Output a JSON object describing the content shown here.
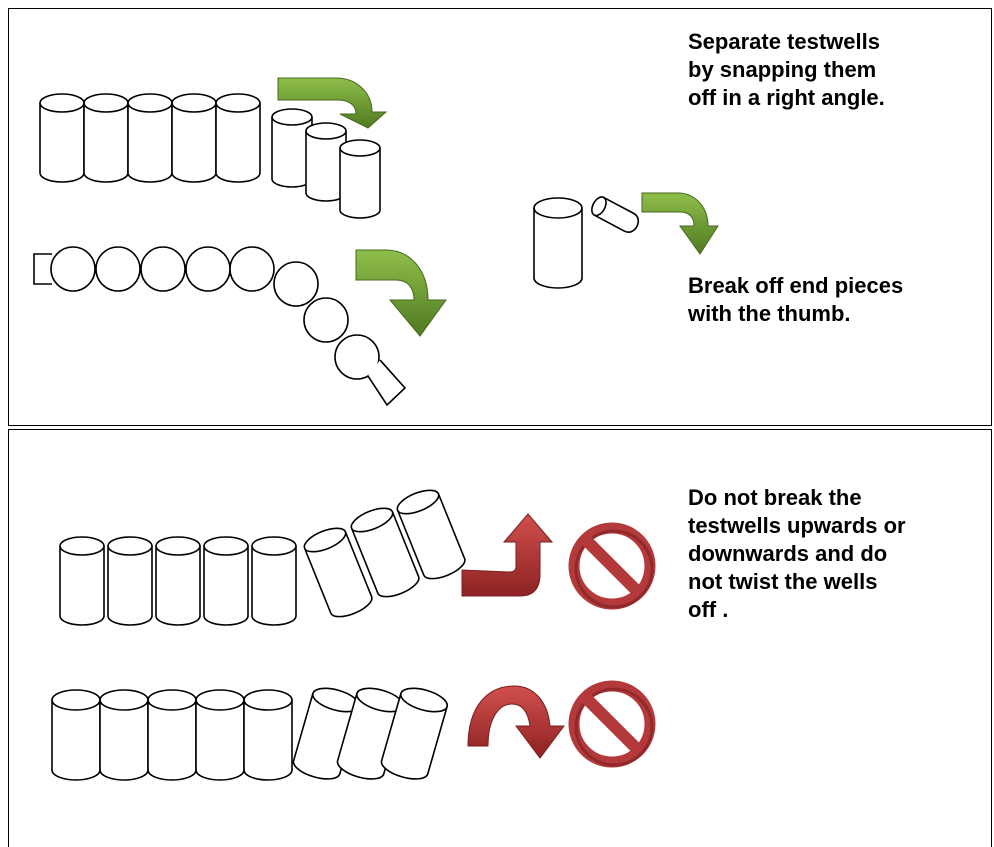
{
  "instructions": {
    "separate": "Separate testwells\nby snapping them\noff in a right angle.",
    "end_pieces": "Break off end pieces\nwith the thumb.",
    "do_not": "Do not break the\ntestwells upwards or\ndownwards and do\nnot twist the wells\noff ."
  },
  "colors": {
    "correct_arrow": "#6e9a32",
    "correct_arrow_dark": "#466a1c",
    "wrong_arrow": "#b33a3a",
    "wrong_arrow_dark": "#7a1f1f",
    "prohibition_sign": "#b3393b"
  },
  "icons": [
    "green-curved-arrow-icon",
    "red-up-arrow-icon",
    "red-twist-arrow-icon",
    "no-entry-sign-icon"
  ]
}
